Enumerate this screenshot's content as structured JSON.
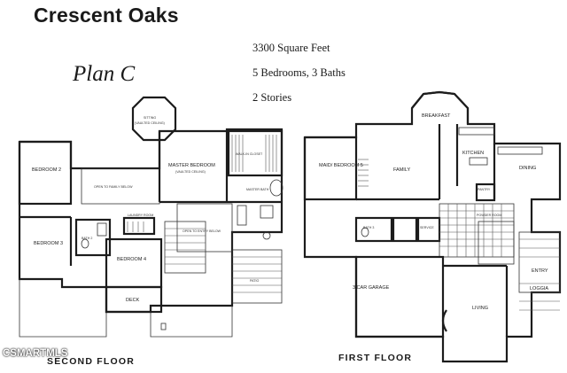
{
  "header": {
    "title": "Crescent Oaks",
    "plan_name": "Plan C",
    "specs": [
      "3300 Square Feet",
      "5 Bedrooms, 3 Baths",
      "2 Stories"
    ]
  },
  "second_floor": {
    "label": "SECOND FLOOR",
    "rooms": {
      "bedroom2": "BEDROOM 2",
      "bedroom3": "BEDROOM 3",
      "bedroom4": "BEDROOM 4",
      "master_bedroom": "MASTER BEDROOM",
      "master_bedroom_dim": "(VAULTED CEILING)",
      "sitting": "SITTING",
      "sitting_dim": "(VAULTED CEILING)",
      "walkin_closet": "WALK-IN CLOSET",
      "master_bath": "MASTER BATH",
      "bath2": "BATH 2",
      "open_family": "OPEN TO FAMILY BELOW",
      "open_entry": "OPEN TO ENTRY BELOW",
      "deck": "DECK",
      "laundry": "LAUNDRY ROOM",
      "patio": "PATIO"
    }
  },
  "first_floor": {
    "label": "FIRST FLOOR",
    "rooms": {
      "breakfast": "BREAKFAST",
      "family": "FAMILY",
      "kitchen": "KITCHEN",
      "dining": "DINING",
      "maid_bedroom": "MAID/ BEDROOM 5",
      "pantry": "PANTRY",
      "garage": "3 CAR GARAGE",
      "living": "LIVING",
      "entry": "ENTRY",
      "loggia": "LOGGIA",
      "bath3": "BATH 3",
      "powder": "POWDER ROOM",
      "service": "SERVICE"
    }
  },
  "watermark": "CSMARTMLS"
}
